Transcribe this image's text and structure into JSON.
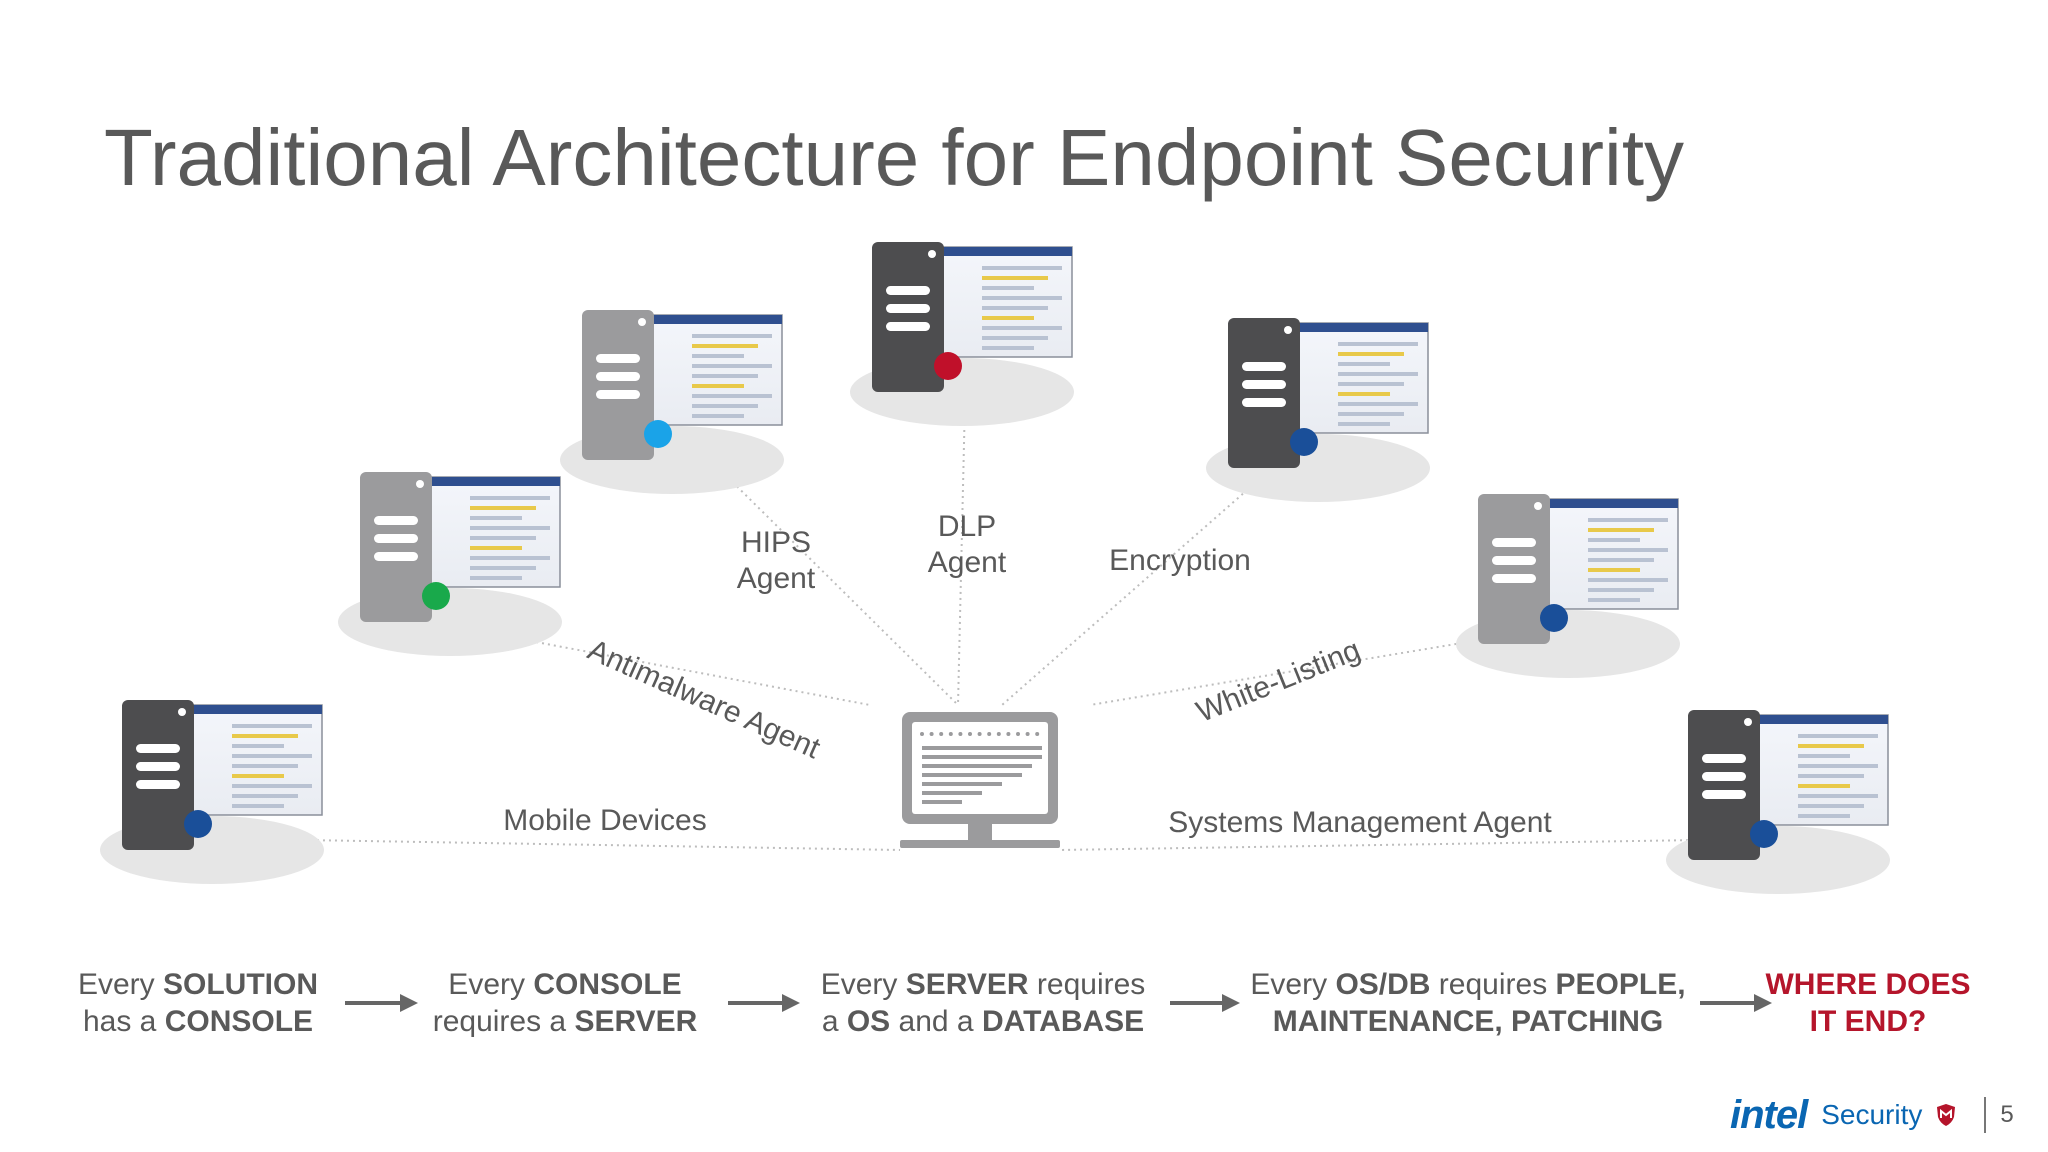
{
  "slide": {
    "title": "Traditional Architecture for Endpoint Security",
    "page_number": "5"
  },
  "diagram": {
    "center": {
      "name": "endpoint-monitor",
      "icon": "monitor-icon"
    },
    "servers": [
      {
        "id": "mobile",
        "icon": "server-icon",
        "badge_color": "#1a4f99",
        "label": "Mobile Devices"
      },
      {
        "id": "antimalware",
        "icon": "server-icon",
        "badge_color": "#19a94b",
        "label": "Antimalware Agent"
      },
      {
        "id": "hips",
        "icon": "server-icon",
        "badge_color": "#1aa3e8",
        "label_lines": [
          "HIPS",
          "Agent"
        ]
      },
      {
        "id": "dlp",
        "icon": "server-icon",
        "badge_color": "#c0102a",
        "label_lines": [
          "DLP",
          "Agent"
        ]
      },
      {
        "id": "encryption",
        "icon": "server-icon",
        "badge_color": "#1a4f99",
        "label": "Encryption"
      },
      {
        "id": "whitelisting",
        "icon": "server-icon",
        "badge_color": "#1a4f99",
        "label": "White-Listing"
      },
      {
        "id": "systems-management",
        "icon": "server-icon",
        "badge_color": "#1a4f99",
        "label": "Systems Management Agent"
      }
    ]
  },
  "flow": [
    {
      "lines": [
        [
          {
            "t": "Every "
          },
          {
            "t": "SOLUTION",
            "b": true
          }
        ],
        [
          {
            "t": "has a "
          },
          {
            "t": "CONSOLE",
            "b": true
          }
        ]
      ]
    },
    {
      "lines": [
        [
          {
            "t": "Every "
          },
          {
            "t": "CONSOLE",
            "b": true
          }
        ],
        [
          {
            "t": "requires a "
          },
          {
            "t": "SERVER",
            "b": true
          }
        ]
      ]
    },
    {
      "lines": [
        [
          {
            "t": "Every "
          },
          {
            "t": "SERVER",
            "b": true
          },
          {
            "t": " requires"
          }
        ],
        [
          {
            "t": "a "
          },
          {
            "t": "OS",
            "b": true
          },
          {
            "t": " and a "
          },
          {
            "t": "DATABASE",
            "b": true
          }
        ]
      ]
    },
    {
      "lines": [
        [
          {
            "t": "Every "
          },
          {
            "t": "OS/DB",
            "b": true
          },
          {
            "t": " requires "
          },
          {
            "t": "PEOPLE,",
            "b": true
          }
        ],
        [
          {
            "t": "MAINTENANCE, PATCHING",
            "b": true
          }
        ]
      ]
    },
    {
      "accent": true,
      "accent_color": "#b5152b",
      "lines": [
        [
          {
            "t": "WHERE DOES",
            "b": true
          }
        ],
        [
          {
            "t": "IT END?",
            "b": true
          }
        ]
      ]
    }
  ],
  "brand": {
    "logo_text": "intel",
    "product": "Security",
    "shield_icon": "mcafee-shield-icon"
  },
  "colors": {
    "title": "#595959",
    "text": "#595959",
    "server_dark": "#4d4d4f",
    "server_light": "#9b9b9d",
    "shadow": "#e6e6e6",
    "connector": "#bdbdbd",
    "accent": "#b5152b",
    "brand_blue": "#0a66b2"
  }
}
